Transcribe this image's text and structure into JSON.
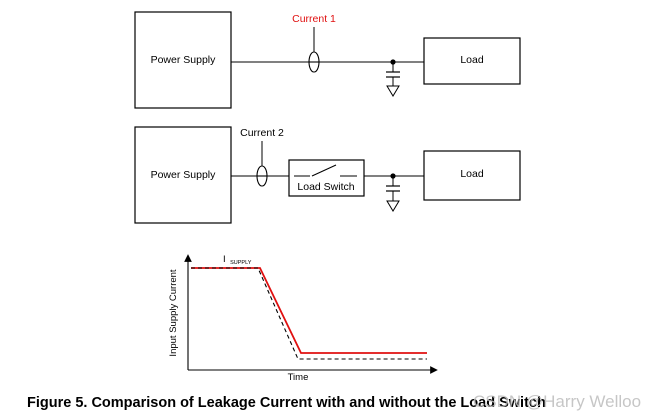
{
  "diagram": {
    "top": {
      "power_supply_label": "Power Supply",
      "load_label": "Load",
      "current_label": "Current 1",
      "current_label_color": "#e01010"
    },
    "middle": {
      "power_supply_label": "Power Supply",
      "load_label": "Load",
      "current_label": "Current 2",
      "load_switch_label": "Load Switch"
    }
  },
  "graph": {
    "ylabel": "Input Supply Current",
    "xlabel": "Time",
    "isupply_main": "I",
    "isupply_sub": "SUPPLY",
    "series_colors": {
      "with_load_switch": "#e01010",
      "without_load_switch": "#000000"
    }
  },
  "caption": "Figure 5. Comparison of Leakage Current with and without the Load Switch",
  "watermark": "CSDN @Harry Welloo"
}
